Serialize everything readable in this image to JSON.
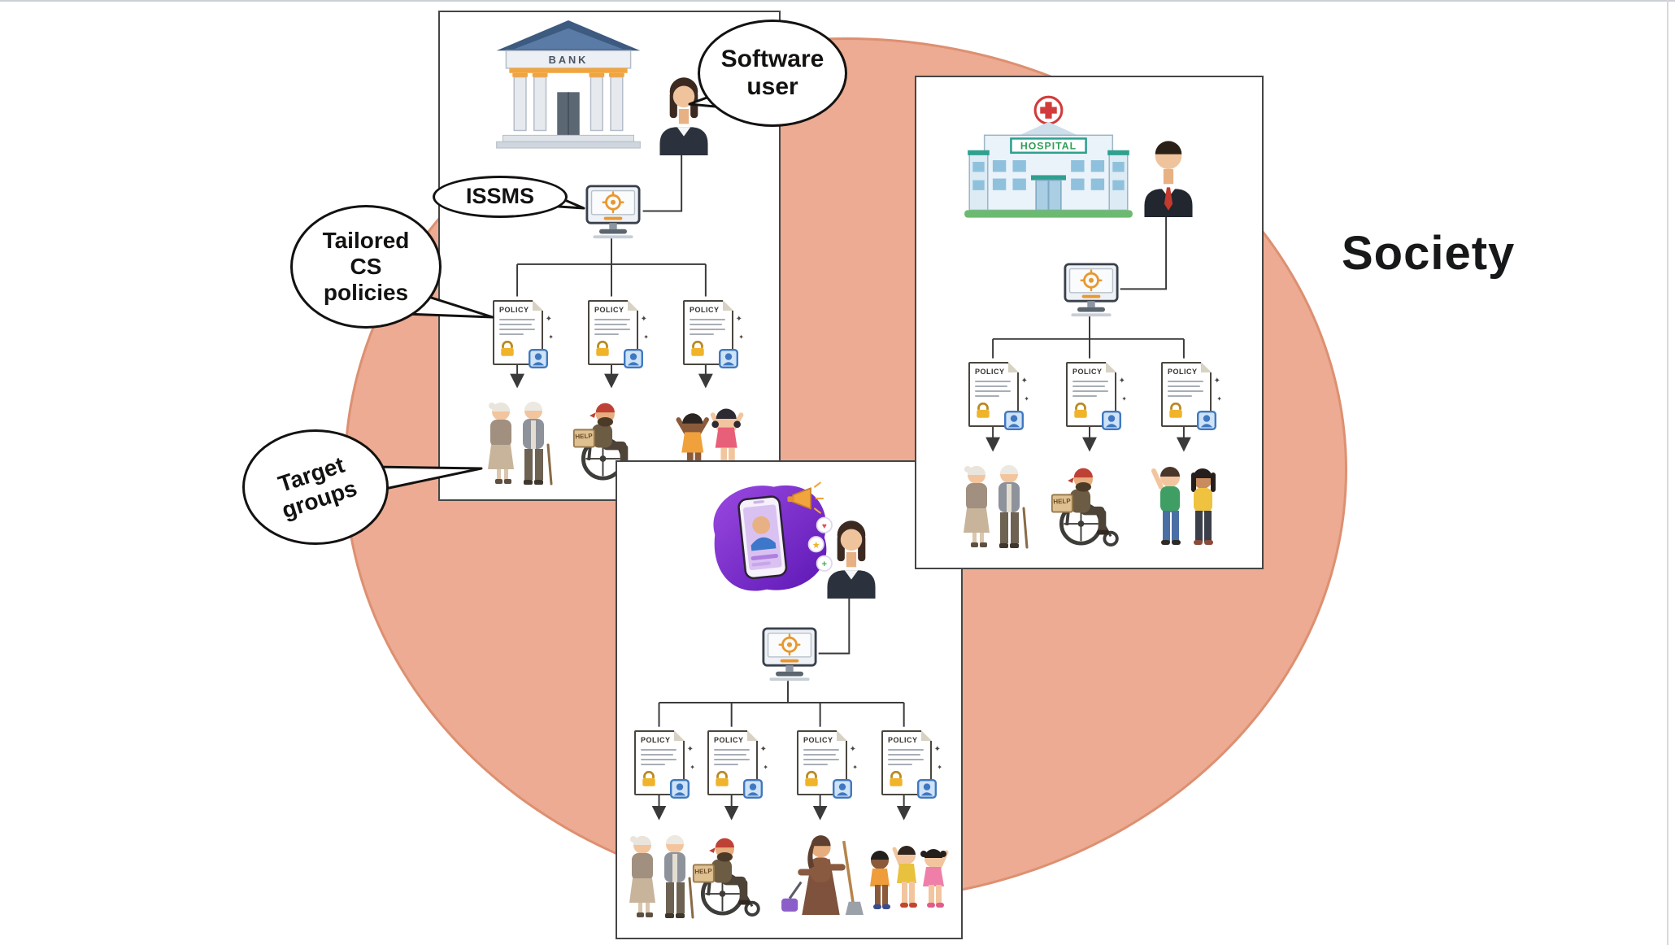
{
  "scene": {
    "society_label": "Society"
  },
  "bubbles": {
    "software_user": "Software user",
    "issms": "ISSMS",
    "tailored_policies": "Tailored CS policies",
    "target_groups": "Target groups"
  },
  "panels": {
    "bank": {
      "building_sign": "BANK",
      "help_sign": "HELP",
      "policies": [
        "POLICY",
        "POLICY",
        "POLICY"
      ],
      "groups": [
        "elderly-couple",
        "man-in-wheelchair",
        "cheering-children"
      ]
    },
    "hospital": {
      "building_sign": "HOSPITAL",
      "help_sign": "HELP",
      "policies": [
        "POLICY",
        "POLICY",
        "POLICY"
      ],
      "groups": [
        "elderly-couple",
        "man-in-wheelchair",
        "young-couple"
      ]
    },
    "social_media": {
      "help_sign": "HELP",
      "policies": [
        "POLICY",
        "POLICY",
        "POLICY",
        "POLICY"
      ],
      "groups": [
        "elderly-couple",
        "man-in-wheelchair",
        "cleaning-woman",
        "children"
      ]
    }
  },
  "colors": {
    "circle-fill": "#ecab92",
    "circle-stroke": "#dd9071",
    "panel-border": "#454545",
    "wire": "#3a3a3a",
    "lock-gold": "#f0b42a",
    "badge-blue": "#3f78c1",
    "bank-navy": "#3d5a80",
    "accent-orange": "#f2a43d",
    "hospital-green": "#2e9e57",
    "hospital-teal": "#2fa08f",
    "cross-red": "#d23b3b",
    "blob-purple": "#7a2bd6"
  }
}
